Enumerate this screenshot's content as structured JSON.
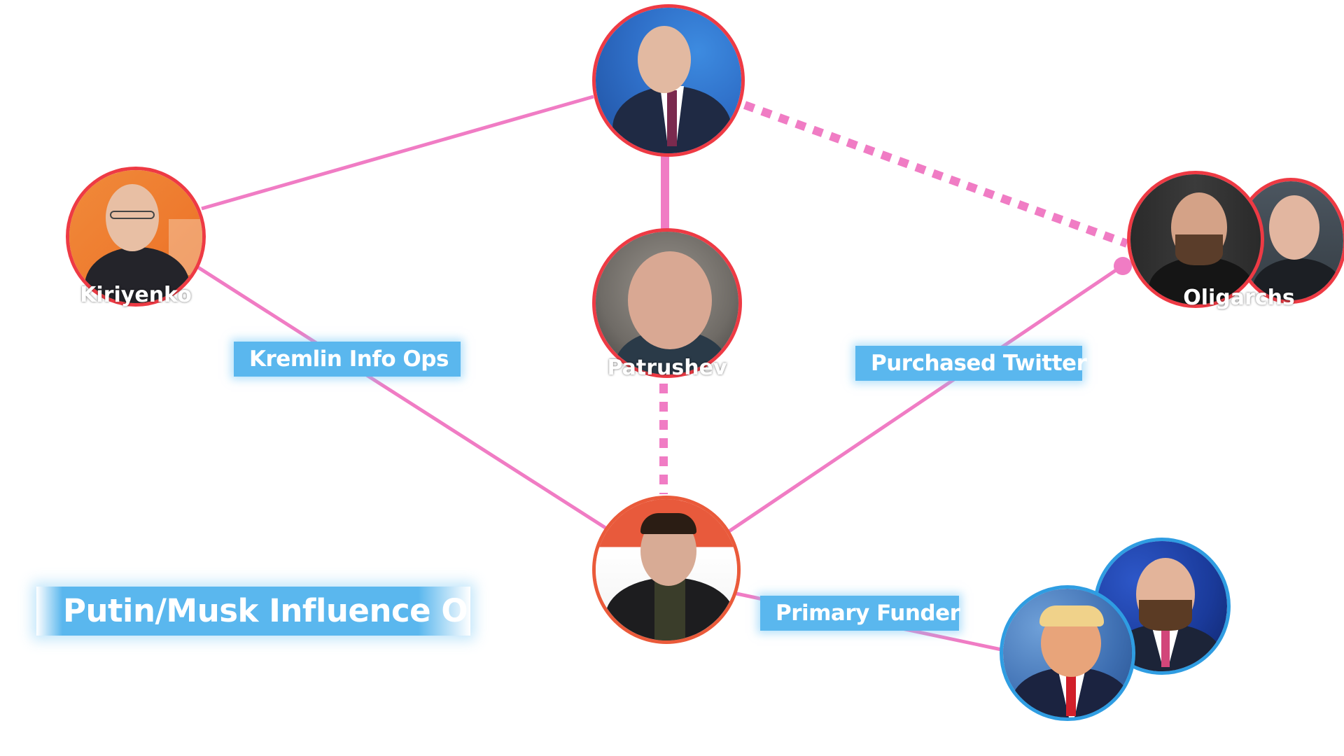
{
  "title": "Putin/Musk Influence Op",
  "edge_labels": {
    "kremlin": "Kremlin Info Ops",
    "twitter": "Purchased Twitter",
    "funder": "Primary Funder"
  },
  "nodes": {
    "putin": {
      "caption": ""
    },
    "kiriyenko": {
      "caption": "Kiriyenko"
    },
    "patrushev": {
      "caption": "Patrushev"
    },
    "oligarchs": {
      "caption": "Oligarchs"
    },
    "musk": {
      "caption": ""
    },
    "trump_vance": {
      "caption": ""
    }
  },
  "colors": {
    "edge": "#f07cc4",
    "label_bg": "#5ab7ee",
    "red_border": "#ee3a44",
    "blue_border": "#2f9de2"
  }
}
